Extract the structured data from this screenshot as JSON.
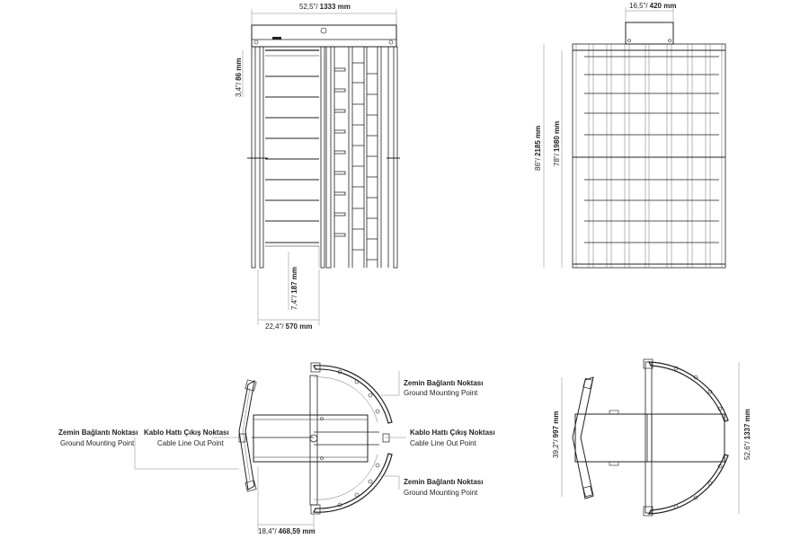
{
  "front_view": {
    "width_dim": {
      "imperial": "52,5\"/",
      "metric": "1333 mm"
    },
    "top_height_dim": {
      "imperial": "3,4\"/",
      "metric": "86 mm"
    },
    "bottom_gap_dim": {
      "imperial": "7,4\"/",
      "metric": "187 mm"
    },
    "passage_dim": {
      "imperial": "22,4\"/",
      "metric": "570 mm"
    }
  },
  "side_view": {
    "top_width_dim": {
      "imperial": "16,5\"/",
      "metric": "420 mm"
    },
    "total_height_dim": {
      "imperial": "86\"/",
      "metric": "2185 mm"
    },
    "cage_height_dim": {
      "imperial": "78\"/",
      "metric": "1980 mm"
    }
  },
  "plan_view": {
    "callouts": [
      {
        "title": "Zemin Bağlantı Noktası",
        "subtitle": "Ground Mounting Point"
      },
      {
        "title": "Kablo Hattı Çıkış Noktası",
        "subtitle": "Cable Line Out Point"
      },
      {
        "title": "Kablo Hattı Çıkış Noktası",
        "subtitle": "Cable Line Out Point"
      },
      {
        "title": "Zemin Bağlantı Noktası",
        "subtitle": "Ground Mounting Point"
      },
      {
        "title": "Zemin Bağlantı Noktası",
        "subtitle": "Ground Mounting Point"
      }
    ],
    "bottom_dim": {
      "imperial": "18,4\"/",
      "metric": "468,59 mm"
    }
  },
  "plan_view_right": {
    "depth_dim": {
      "imperial": "39,2\"/",
      "metric": "997 mm"
    },
    "length_dim": {
      "imperial": "52,6\"/",
      "metric": "1337 mm"
    }
  }
}
